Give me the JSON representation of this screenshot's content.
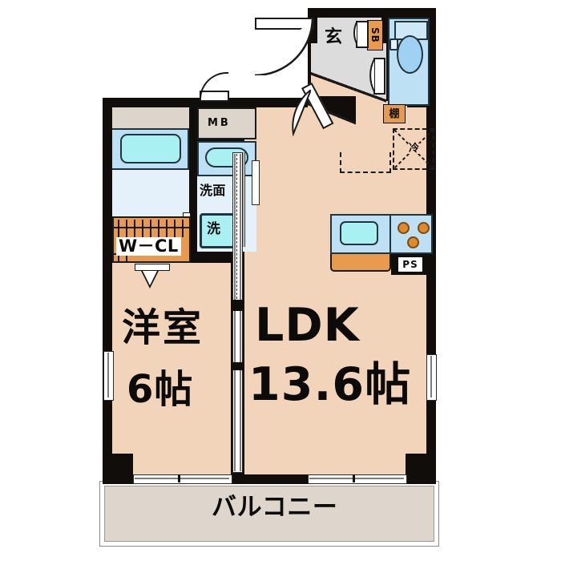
{
  "plan": {
    "type": "japanese-apartment-floorplan",
    "layout_code": "1LDK",
    "background_color": "#FFFFFF",
    "palette": {
      "wall": "#100D0A",
      "room_floor": "#F2D4BA",
      "entrance_tile": "#DCDCDC",
      "water_area": "#E4F0FA",
      "fixture_blue": "#BDE0F5",
      "bathtub": "#A9F0F3",
      "closet_orange": "#E89A4F",
      "balcony": "#DED6CC",
      "meter_box": "#DDD5CC"
    }
  },
  "rooms": {
    "ldk": {
      "name": "LDK",
      "size": "13.6帖"
    },
    "bedroom": {
      "name": "洋室",
      "size": "6帖"
    },
    "balcony": {
      "name": "バルコニー"
    },
    "entrance": {
      "name": "玄"
    },
    "washroom": {
      "name": "洗面"
    },
    "closet": {
      "name": "W－CL"
    }
  },
  "labels": {
    "shoe_box": "SB",
    "meter_box": "MB",
    "shelf": "棚",
    "refrigerator": "冷",
    "washing_machine": "洗",
    "pipe_shaft": "PS"
  },
  "fixtures": [
    {
      "name": "bathtub",
      "room": "bathroom"
    },
    {
      "name": "toilet",
      "room": "toilet"
    },
    {
      "name": "vanity-basin",
      "room": "washroom"
    },
    {
      "name": "washing-machine-pan",
      "room": "washroom"
    },
    {
      "name": "kitchen-sink",
      "room": "ldk"
    },
    {
      "name": "gas-stove-3-burner",
      "room": "ldk"
    },
    {
      "name": "kitchen-base-cabinet",
      "room": "ldk"
    },
    {
      "name": "refrigerator-space",
      "room": "ldk"
    },
    {
      "name": "closet-hanger-rod",
      "room": "closet"
    }
  ],
  "openings": [
    {
      "name": "entrance-door",
      "type": "hinged"
    },
    {
      "name": "entrance-hall-door",
      "type": "hinged"
    },
    {
      "name": "ldk-hall-door",
      "type": "hinged"
    },
    {
      "name": "bathroom-door",
      "type": "hinged"
    },
    {
      "name": "washroom-door",
      "type": "hinged"
    },
    {
      "name": "closet-door",
      "type": "hinged"
    },
    {
      "name": "meter-box-door",
      "type": "hinged"
    },
    {
      "name": "bedroom-ldk-partition",
      "type": "sliding"
    },
    {
      "name": "bedroom-balcony-window",
      "type": "sliding"
    },
    {
      "name": "ldk-balcony-window",
      "type": "sliding"
    },
    {
      "name": "bedroom-side-window",
      "type": "sliding"
    },
    {
      "name": "ldk-side-window",
      "type": "sliding"
    }
  ]
}
